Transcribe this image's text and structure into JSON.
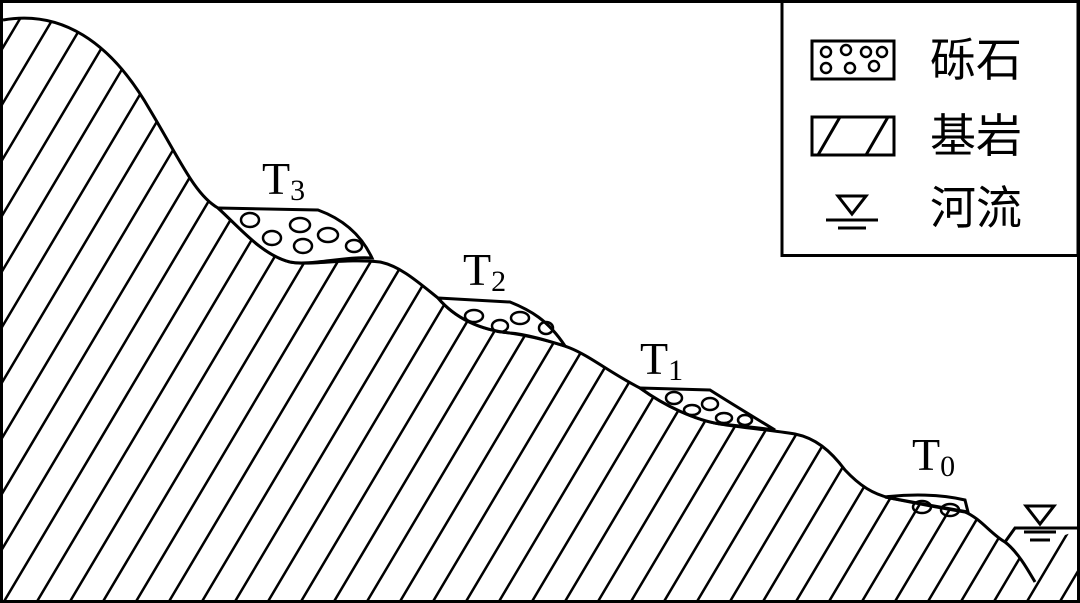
{
  "terraces": [
    {
      "letter": "T",
      "sub": "3"
    },
    {
      "letter": "T",
      "sub": "2"
    },
    {
      "letter": "T",
      "sub": "1"
    },
    {
      "letter": "T",
      "sub": "0"
    }
  ],
  "legend": {
    "gravel": "砾石",
    "bedrock": "基岩",
    "river": "河流"
  },
  "colors": {
    "line": "#000000",
    "background": "#ffffff"
  }
}
